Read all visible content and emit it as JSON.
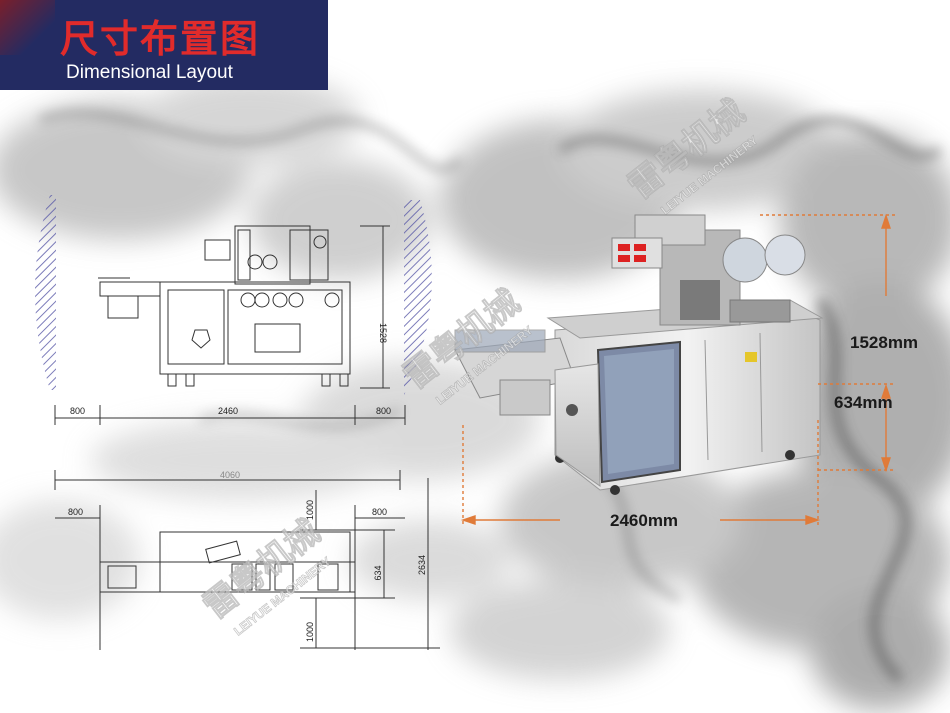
{
  "header": {
    "title_cn": "尺寸布置图",
    "title_en": "Dimensional Layout"
  },
  "front_drawing": {
    "dim_left_clearance": "800",
    "dim_machine_length": "2460",
    "dim_right_clearance": "800",
    "dim_height": "1528"
  },
  "top_drawing": {
    "dim_total_length": "4060",
    "dim_left_clearance": "800",
    "dim_right_clearance": "800",
    "dim_top_clearance": "1000",
    "dim_machine_width": "634",
    "dim_bottom_clearance": "1000",
    "dim_total_width": "2634"
  },
  "photo_dims": {
    "height": "1528mm",
    "width": "634mm",
    "length": "2460mm"
  },
  "watermark": {
    "cn": "雷粤机械",
    "en": "LEIYUE MACHINERY"
  },
  "colors": {
    "header_bg": "#232b62",
    "title_cn": "#e12b2b",
    "dim_arrow": "#e07b39"
  }
}
